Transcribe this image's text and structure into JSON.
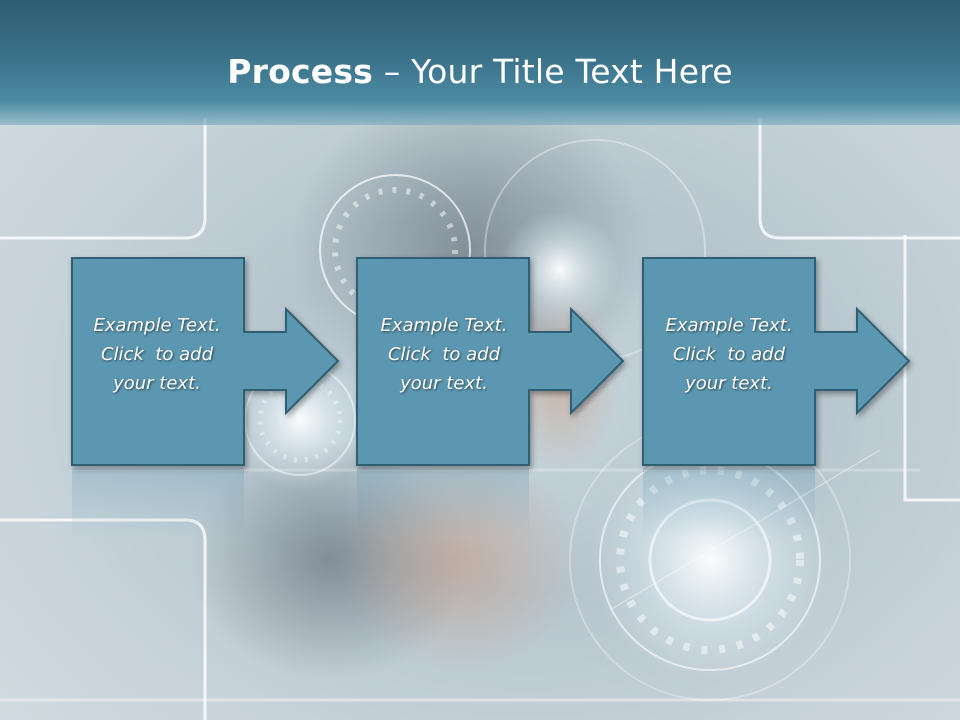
{
  "title": {
    "bold": "Process",
    "rest": " – Your Title Text Here"
  },
  "steps": [
    {
      "line1": "Example Text.",
      "line2": "Click  to add",
      "line3": "your text."
    },
    {
      "line1": "Example Text.",
      "line2": "Click  to add",
      "line3": "your text."
    },
    {
      "line1": "Example Text.",
      "line2": "Click  to add",
      "line3": "your text."
    }
  ],
  "colors": {
    "header": "#3a7189",
    "box_fill": "#5b97b1",
    "box_border": "#2f5f73",
    "text": "#ffffff"
  }
}
